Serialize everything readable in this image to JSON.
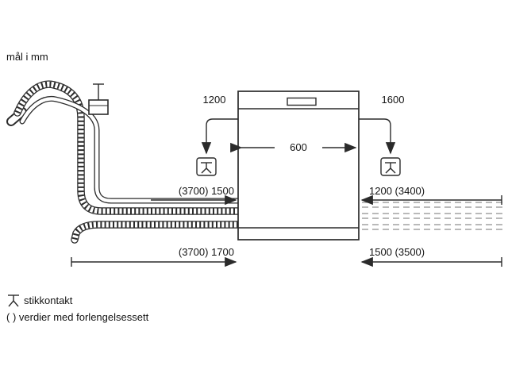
{
  "title": "mål i mm",
  "dimensions": {
    "top_left": "1200",
    "top_right": "1600",
    "appliance_width": "600",
    "mid_left": "(3700) 1500",
    "mid_right": "1200 (3400)",
    "bottom_left": "(3700) 1700",
    "bottom_right": "1500 (3500)"
  },
  "legend": {
    "socket_label": "stikkontakt",
    "extension_note": "( ) verdier med forlengelsessett"
  },
  "icons": {
    "socket": "socket-icon",
    "tap": "tap-icon"
  },
  "colors": {
    "line": "#2b2b2b",
    "ghost": "#8f8f8f",
    "text": "#141414"
  }
}
